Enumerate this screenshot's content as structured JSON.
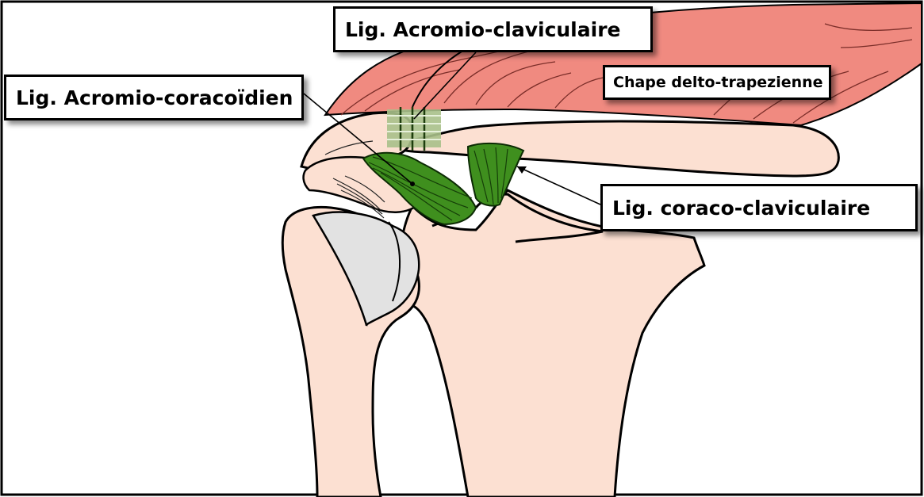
{
  "labels": {
    "acromio_claviculaire": "Lig. Acromio-claviculaire",
    "acromio_coracoidien": "Lig. Acromio-coracoïdien",
    "chape_delto_trapezienne": "Chape delto-trapezienne",
    "coraco_claviculaire": "Lig. coraco-claviculaire"
  },
  "colors": {
    "muscle": "#f08a80",
    "bone": "#fce0d2",
    "cartilage": "#e2e2e2",
    "ligament": "#3f8f1e",
    "outline": "#000000"
  }
}
